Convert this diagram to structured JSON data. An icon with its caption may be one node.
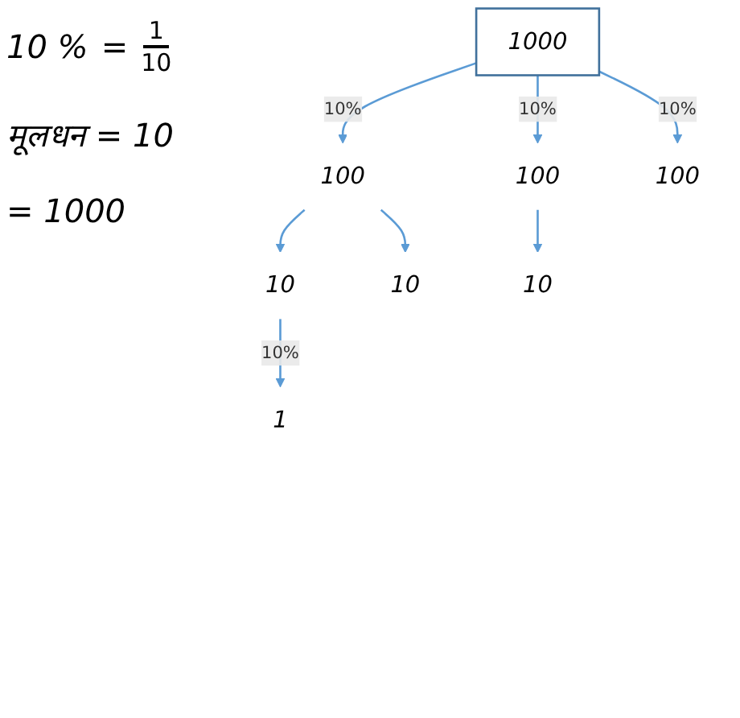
{
  "diagram": {
    "nodes": [
      {
        "text": [
          "1000"
        ]
      },
      {
        "text": [
          "100"
        ]
      },
      {
        "text": [
          "100"
        ]
      },
      {
        "text": [
          "100"
        ]
      },
      {
        "text": [
          "10"
        ]
      },
      {
        "text": [
          "10"
        ]
      },
      {
        "text": [
          "10"
        ]
      },
      {
        "text": [
          "1"
        ]
      }
    ],
    "edges": [
      {
        "from": 0,
        "to": 1,
        "arrow": "to",
        "label": "10%"
      },
      {
        "from": 0,
        "to": 2,
        "arrow": "to",
        "label": "10%"
      },
      {
        "from": 0,
        "to": 3,
        "arrow": "to",
        "label": "10%"
      },
      {
        "from": 1,
        "to": 4,
        "arrow": "to"
      },
      {
        "from": 1,
        "to": 5,
        "arrow": "to"
      },
      {
        "from": 2,
        "to": 6,
        "arrow": "to"
      },
      {
        "from": 4,
        "to": 7,
        "arrow": "to",
        "label": "10%"
      }
    ],
    "labels": [
      "10 %",
      "=",
      "1",
      "10",
      "मूलधन = 10",
      "= 1000"
    ]
  }
}
